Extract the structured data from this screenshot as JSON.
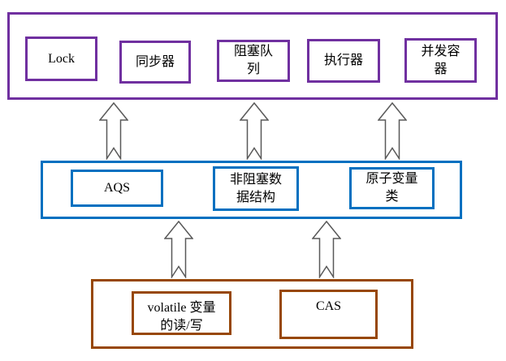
{
  "diagram": {
    "description": "Java concurrency building-blocks layered diagram",
    "layers": [
      {
        "name": "top-layer",
        "border_color": "#7030A0",
        "boxes": [
          {
            "label": "Lock"
          },
          {
            "label": "同步器"
          },
          {
            "label": "阻塞队\n列"
          },
          {
            "label": "执行器"
          },
          {
            "label": "并发容\n器"
          }
        ]
      },
      {
        "name": "middle-layer",
        "border_color": "#0070C0",
        "boxes": [
          {
            "label": "AQS"
          },
          {
            "label": "非阻塞数\n据结构"
          },
          {
            "label": "原子变量\n类"
          }
        ]
      },
      {
        "name": "bottom-layer",
        "border_color": "#974706",
        "boxes": [
          {
            "label": "volatile 变量\n的读/写"
          },
          {
            "label": "CAS"
          }
        ]
      }
    ],
    "arrows": {
      "direction": "up",
      "style": "hollow-block-arrow-notched-tail",
      "outline_color": "#595959",
      "fill_color": "#ffffff",
      "upper_count": 3,
      "lower_count": 2
    }
  }
}
